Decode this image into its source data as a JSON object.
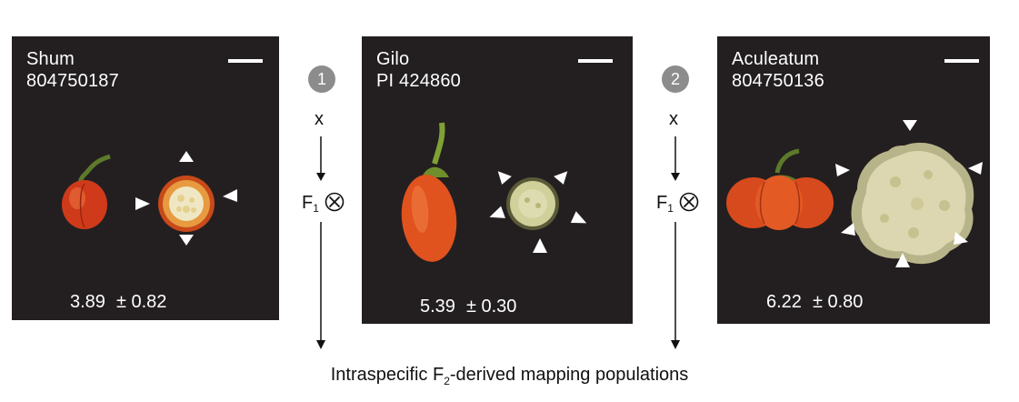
{
  "panels": [
    {
      "name": "Shum",
      "accession": "804750187",
      "mean": "3.89",
      "sd": "± 0.82"
    },
    {
      "name": "Gilo",
      "accession": "PI 424860",
      "mean": "5.39",
      "sd": "± 0.30"
    },
    {
      "name": "Aculeatum",
      "accession": "804750136",
      "mean": "6.22",
      "sd": "± 0.80"
    }
  ],
  "crosses": [
    {
      "step": "1",
      "cross_symbol": "x",
      "f1_prefix": "F",
      "f1_sub": "1"
    },
    {
      "step": "2",
      "cross_symbol": "x",
      "f1_prefix": "F",
      "f1_sub": "1"
    }
  ],
  "caption": {
    "prefix": "Intraspecific F",
    "sub": "2",
    "suffix": "-derived mapping populations"
  },
  "colors": {
    "panel_bg": "#231f20",
    "badge": "#8c8c8c",
    "fruit_red": "#d8401c",
    "fruit_orange": "#e3541f",
    "locule_flesh": "#d9d3a6",
    "stem_green": "#5d7a2a"
  },
  "icons": [
    "scale-bar",
    "arrowhead-marker",
    "selfing-icon",
    "down-arrow"
  ]
}
